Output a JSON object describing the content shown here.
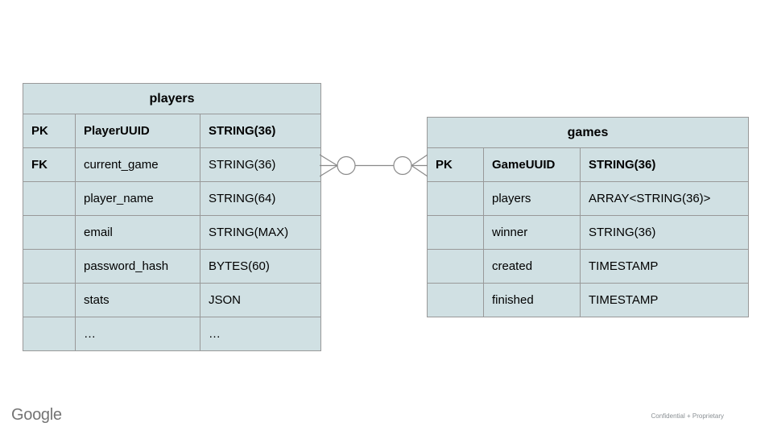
{
  "slide": {
    "footer_logo": "Google",
    "footer_note": "Confidential + Proprietary"
  },
  "colors": {
    "cell_fill": "#d0e0e3",
    "cell_border": "#999999",
    "connector_stroke": "#8a8a8a",
    "logo_gray": "#747474",
    "footer_note_gray": "#8a9094",
    "background": "#ffffff"
  },
  "tables": {
    "players": {
      "title": "players",
      "rows": [
        {
          "key": "PK",
          "name": "PlayerUUID",
          "type": "STRING(36)",
          "bold": true
        },
        {
          "key": "FK",
          "name": "current_game",
          "type": "STRING(36)",
          "bold": false
        },
        {
          "key": "",
          "name": "player_name",
          "type": "STRING(64)",
          "bold": false
        },
        {
          "key": "",
          "name": "email",
          "type": "STRING(MAX)",
          "bold": false
        },
        {
          "key": "",
          "name": "password_hash",
          "type": "BYTES(60)",
          "bold": false
        },
        {
          "key": "",
          "name": "stats",
          "type": "JSON",
          "bold": false
        },
        {
          "key": "",
          "name": "…",
          "type": "…",
          "bold": false
        }
      ]
    },
    "games": {
      "title": "games",
      "rows": [
        {
          "key": "PK",
          "name": "GameUUID",
          "type": "STRING(36)",
          "bold": true
        },
        {
          "key": "",
          "name": "players",
          "type": "ARRAY<STRING(36)>",
          "bold": false
        },
        {
          "key": "",
          "name": "winner",
          "type": "STRING(36)",
          "bold": false
        },
        {
          "key": "",
          "name": "created",
          "type": "TIMESTAMP",
          "bold": false
        },
        {
          "key": "",
          "name": "finished",
          "type": "TIMESTAMP",
          "bold": false
        }
      ]
    }
  },
  "relationship": {
    "from_table": "players",
    "from_field": "current_game",
    "to_table": "games",
    "to_field": "GameUUID",
    "notation": "crow's foot with circle on both ends (optional many-to-many)"
  }
}
